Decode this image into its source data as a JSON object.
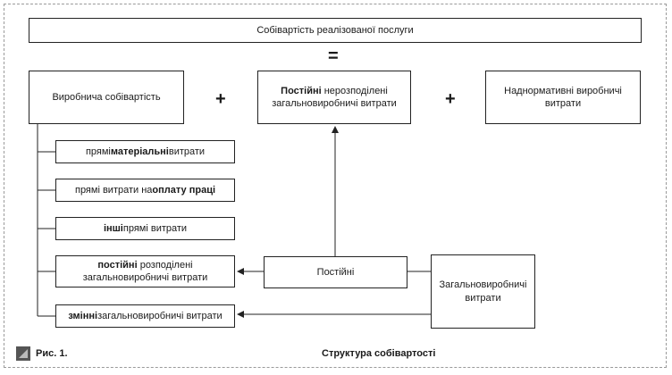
{
  "top_box": "Собівартість реалізованої послуги",
  "equals_sign": "=",
  "plus_sign": "+",
  "production_cost": "Виробнича собівартість",
  "fixed_unallocated": {
    "bold": "Постійні",
    "rest": " нерозподілені загальновиробничі витрати"
  },
  "above_norm": "Наднормативні виробничі витрати",
  "items": [
    {
      "pre": "прямі ",
      "bold": "матеріальні",
      "post": " витрати"
    },
    {
      "pre": "прямі витрати на ",
      "bold": "оплату праці",
      "post": ""
    },
    {
      "pre": "",
      "bold": "інші",
      "post": " прямі витрати"
    },
    {
      "pre": "",
      "bold": "постійні",
      "post": " розподілені загальновиробничі витрати"
    },
    {
      "pre": "",
      "bold": "змінні",
      "post": " загальновиробничі витрати"
    }
  ],
  "fixed_box": "Постійні",
  "overhead_box": "Загальновиробничі витрати",
  "caption": {
    "label": "Рис. 1.",
    "title": "Структура собівартості"
  }
}
